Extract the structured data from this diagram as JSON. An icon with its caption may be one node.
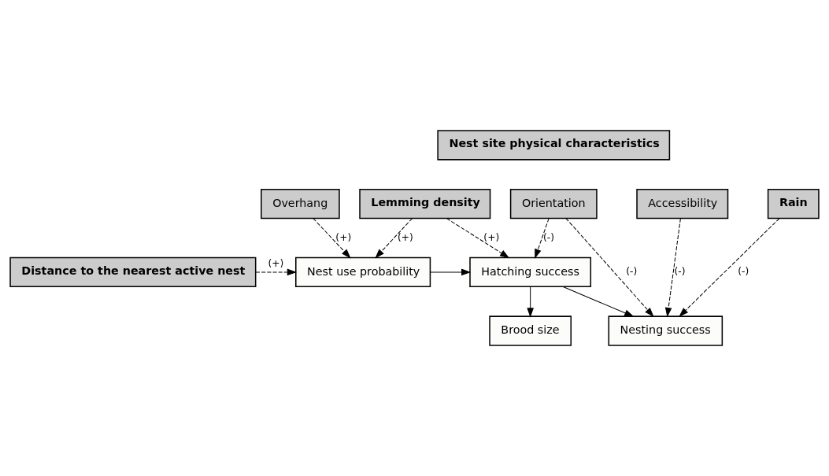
{
  "diagram": {
    "nodes": [
      {
        "text": [
          "Nest site physical characteristics"
        ]
      },
      {
        "text": [
          "Overhang"
        ]
      },
      {
        "text": [
          "Orientation"
        ]
      },
      {
        "text": [
          "Accessibility"
        ]
      },
      {
        "text": [
          "Rain"
        ]
      },
      {
        "text": [
          "Distance to the nearest active nest"
        ]
      },
      {
        "text": [
          "Nest use probability"
        ]
      },
      {
        "text": [
          "Hatching success"
        ]
      },
      {
        "text": [
          "Nesting success"
        ]
      },
      {
        "text": [
          "Brood size"
        ]
      },
      {
        "text": [
          "Lemming density"
        ]
      }
    ],
    "edges": [
      {
        "from": 1,
        "to": 6,
        "arrow": "to",
        "label": "(+)",
        "style": "dashed"
      },
      {
        "from": 2,
        "to": 7,
        "arrow": "to",
        "label": "(-)",
        "style": "dashed"
      },
      {
        "from": 2,
        "to": 8,
        "arrow": "to",
        "label": "(-)",
        "style": "dashed"
      },
      {
        "from": 3,
        "to": 8,
        "arrow": "to",
        "label": "(-)",
        "style": "dashed"
      },
      {
        "from": 4,
        "to": 8,
        "arrow": "to",
        "label": "(-)",
        "style": "dashed"
      },
      {
        "from": 5,
        "to": 6,
        "arrow": "to",
        "label": "(+)",
        "style": "dashed"
      },
      {
        "from": 6,
        "to": 7,
        "arrow": "to"
      },
      {
        "from": 7,
        "to": 8,
        "arrow": "to"
      },
      {
        "from": 7,
        "to": 9,
        "arrow": "to"
      },
      {
        "from": 10,
        "to": 7,
        "arrow": "to",
        "label": "(+)",
        "style": "dashed"
      },
      {
        "from": 10,
        "to": 6,
        "arrow": "to",
        "label": "(+)",
        "style": "dashed"
      }
    ]
  }
}
